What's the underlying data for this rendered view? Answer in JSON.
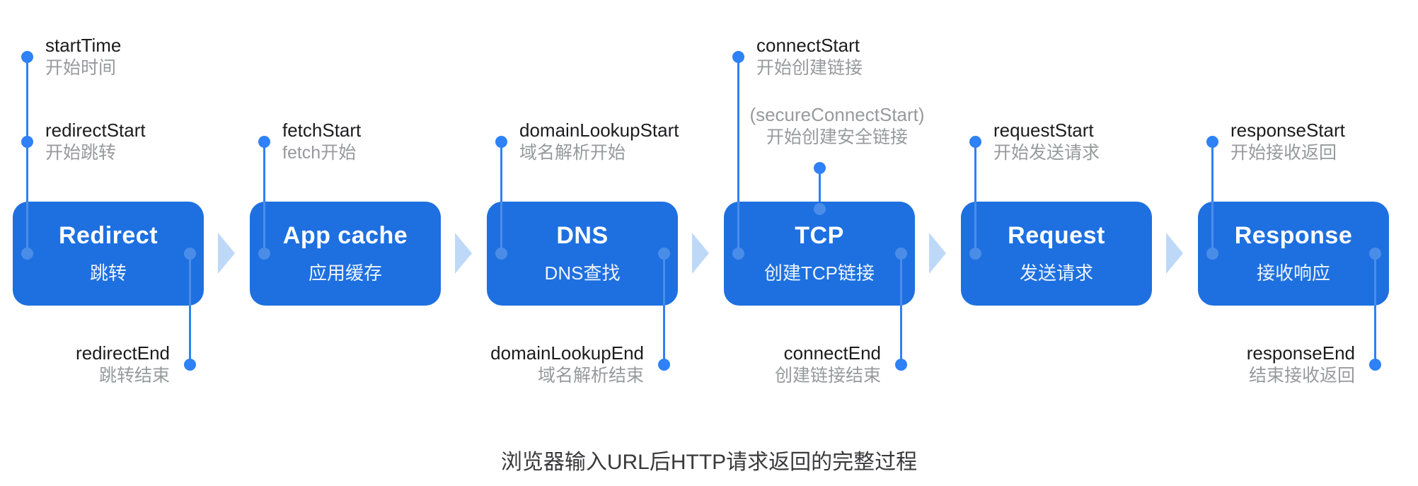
{
  "colors": {
    "box_blue": "#1e70e0",
    "marker_blue": "#2e81f6",
    "inner_marker_blue": "#4a8de9",
    "arrow_blue": "#bed9f8",
    "label_dark": "#1c1c1e",
    "label_gray": "#98999d",
    "caption_gray": "#3a3a3c"
  },
  "stages": [
    {
      "title": "Redirect",
      "subtitle": "跳转"
    },
    {
      "title": "App cache",
      "subtitle": "应用缓存"
    },
    {
      "title": "DNS",
      "subtitle": "DNS查找"
    },
    {
      "title": "TCP",
      "subtitle": "创建TCP链接"
    },
    {
      "title": "Request",
      "subtitle": "发送请求"
    },
    {
      "title": "Response",
      "subtitle": "接收响应"
    }
  ],
  "markers": {
    "start_time": {
      "en": "startTime",
      "zh": "开始时间"
    },
    "redirect_start": {
      "en": "redirectStart",
      "zh": "开始跳转"
    },
    "fetch_start": {
      "en": "fetchStart",
      "zh": "fetch开始"
    },
    "domain_lookup_start": {
      "en": "domainLookupStart",
      "zh": "域名解析开始"
    },
    "connect_start": {
      "en": "connectStart",
      "zh": "开始创建链接"
    },
    "secure_connect_start": {
      "en": "(secureConnectStart)",
      "zh": "开始创建安全链接"
    },
    "request_start": {
      "en": "requestStart",
      "zh": "开始发送请求"
    },
    "response_start": {
      "en": "responseStart",
      "zh": "开始接收返回"
    },
    "redirect_end": {
      "en": "redirectEnd",
      "zh": "跳转结束"
    },
    "domain_lookup_end": {
      "en": "domainLookupEnd",
      "zh": "域名解析结束"
    },
    "connect_end": {
      "en": "connectEnd",
      "zh": "创建链接结束"
    },
    "response_end": {
      "en": "responseEnd",
      "zh": "结束接收返回"
    }
  },
  "caption": "浏览器输入URL后HTTP请求返回的完整过程"
}
